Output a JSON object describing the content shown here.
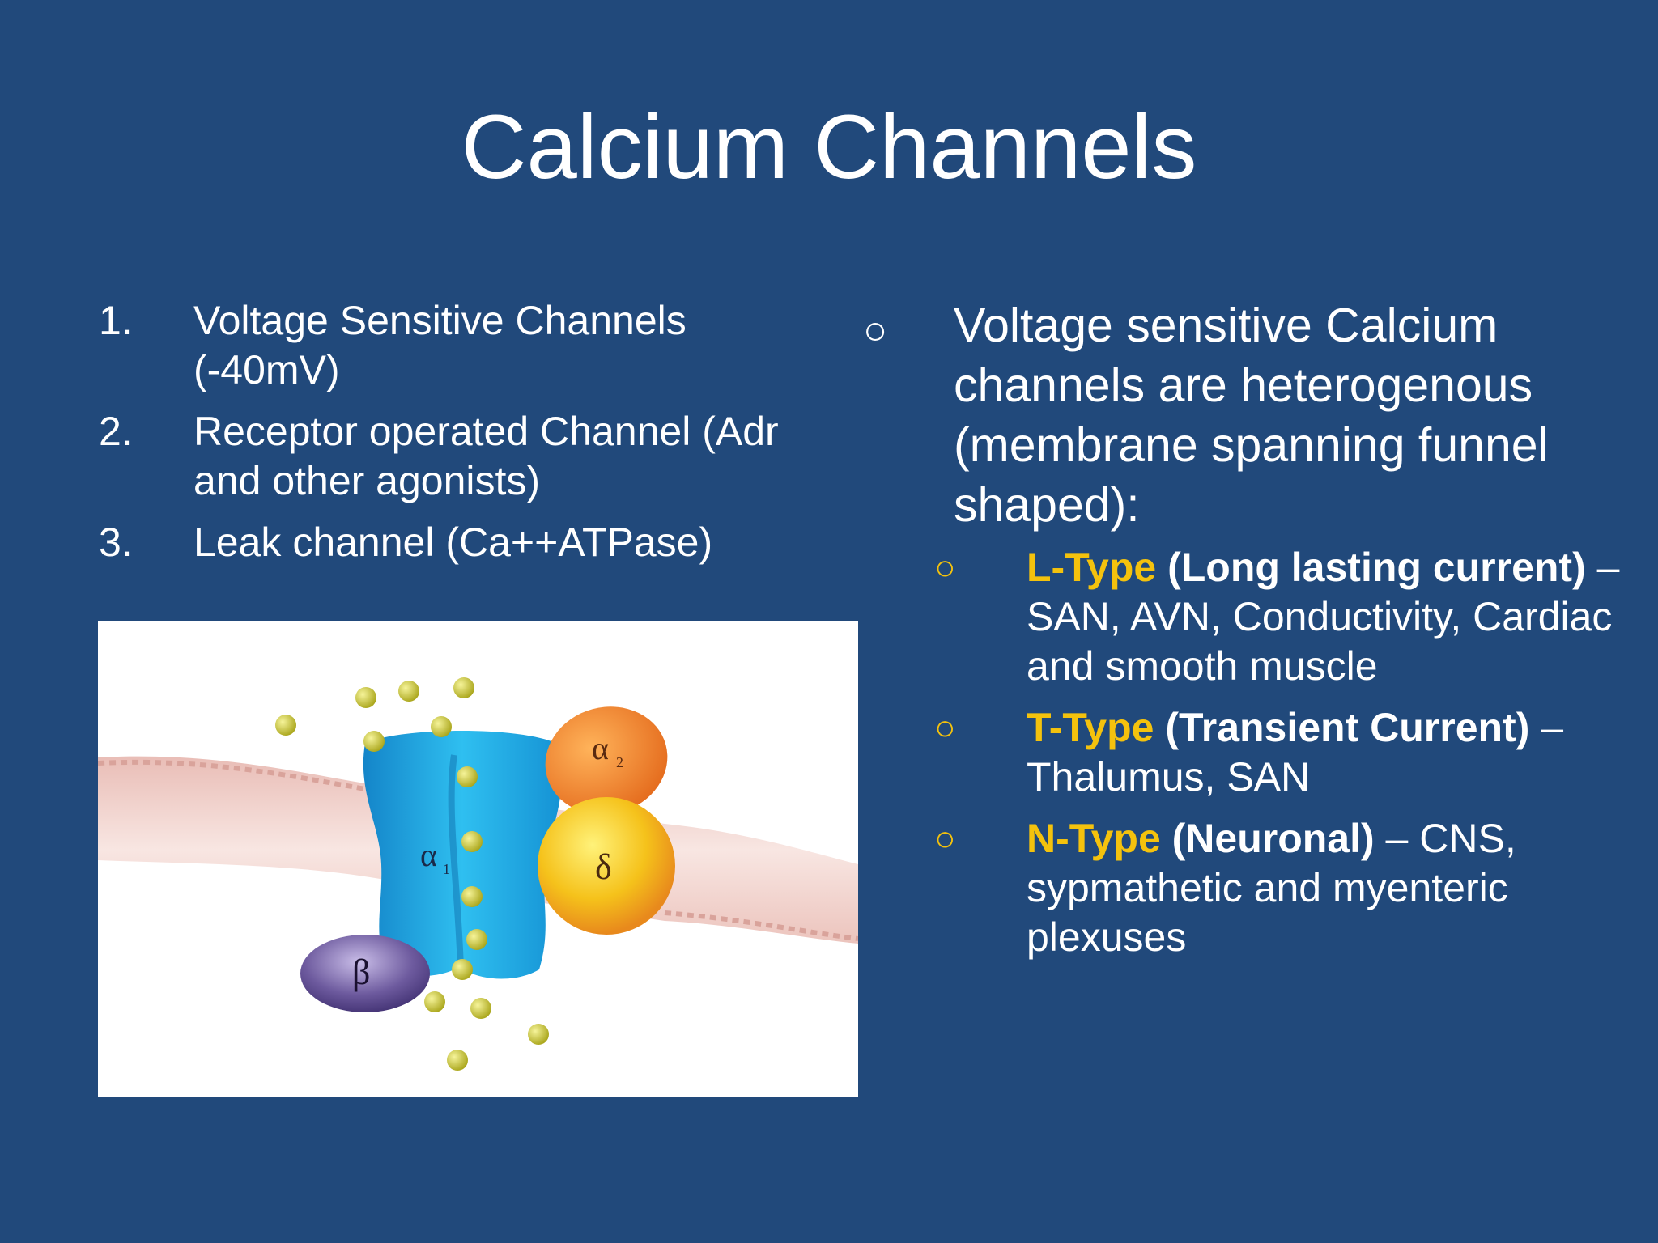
{
  "slide": {
    "title": "Calcium Channels"
  },
  "left_list": [
    {
      "num": "1.",
      "text": "Voltage Sensitive Channels (-40mV)"
    },
    {
      "num": "2.",
      "text": "Receptor operated Channel (Adr and other agonists)"
    },
    {
      "num": "3.",
      "text": "Leak channel (Ca++ATPase)"
    }
  ],
  "figure": {
    "labels": {
      "alpha1": "α",
      "alpha1_sub": "1",
      "alpha2": "α",
      "alpha2_sub": "2",
      "delta": "δ",
      "beta": "β"
    },
    "colors": {
      "channel": "#1aa8e0",
      "alpha2": "#f08a2a",
      "delta": "#f5c21b",
      "beta": "#6d5a9e",
      "membrane": "#f0d6d0",
      "ion": "#c9c62a"
    }
  },
  "right": {
    "bullet_mark": "○",
    "main_text": "Voltage sensitive Calcium channels are heterogenous (membrane spanning funnel shaped):",
    "sub_items": [
      {
        "mark": "○",
        "type": "L-Type",
        "bold": " (Long lasting current)",
        "rest": " – SAN, AVN, Conductivity, Cardiac and smooth muscle"
      },
      {
        "mark": "○",
        "type": "T-Type",
        "bold": " (Transient Current)",
        "rest": " – Thalumus, SAN"
      },
      {
        "mark": "○",
        "type": "N-Type",
        "bold": " (Neuronal)",
        "rest": " – CNS, sypmathetic and myenteric plexuses"
      }
    ],
    "accent_color": "#f4c20d"
  }
}
